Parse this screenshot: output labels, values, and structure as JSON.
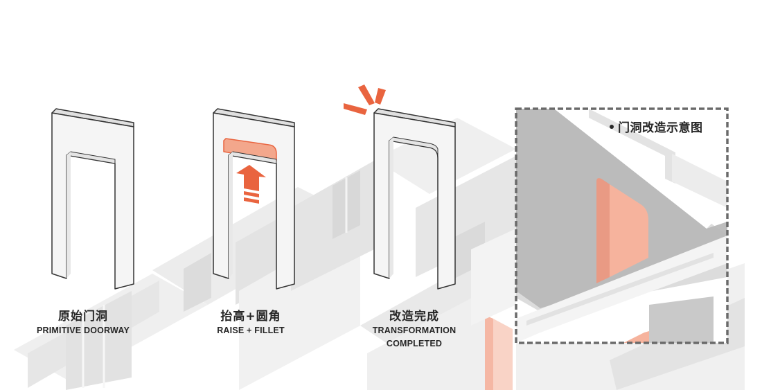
{
  "steps": [
    {
      "zh": "原始门洞",
      "en": "PRIMITIVE DOORWAY"
    },
    {
      "zh": "抬高+圆角",
      "en": "RAISE + FILLET"
    },
    {
      "zh": "改造完成",
      "en_line1": "TRANSFORMATION",
      "en_line2": "COMPLETED"
    }
  ],
  "inset": {
    "title": "门洞改造示意图"
  },
  "colors": {
    "accent": "#e9643f",
    "accent_light": "#f6b39d",
    "frame": "#f4f4f4",
    "frame_stroke": "#333333",
    "background_structure": "#e8e8e8",
    "inset_fill": "#b7b7b7",
    "dashed_border": "#6a6a6a"
  }
}
